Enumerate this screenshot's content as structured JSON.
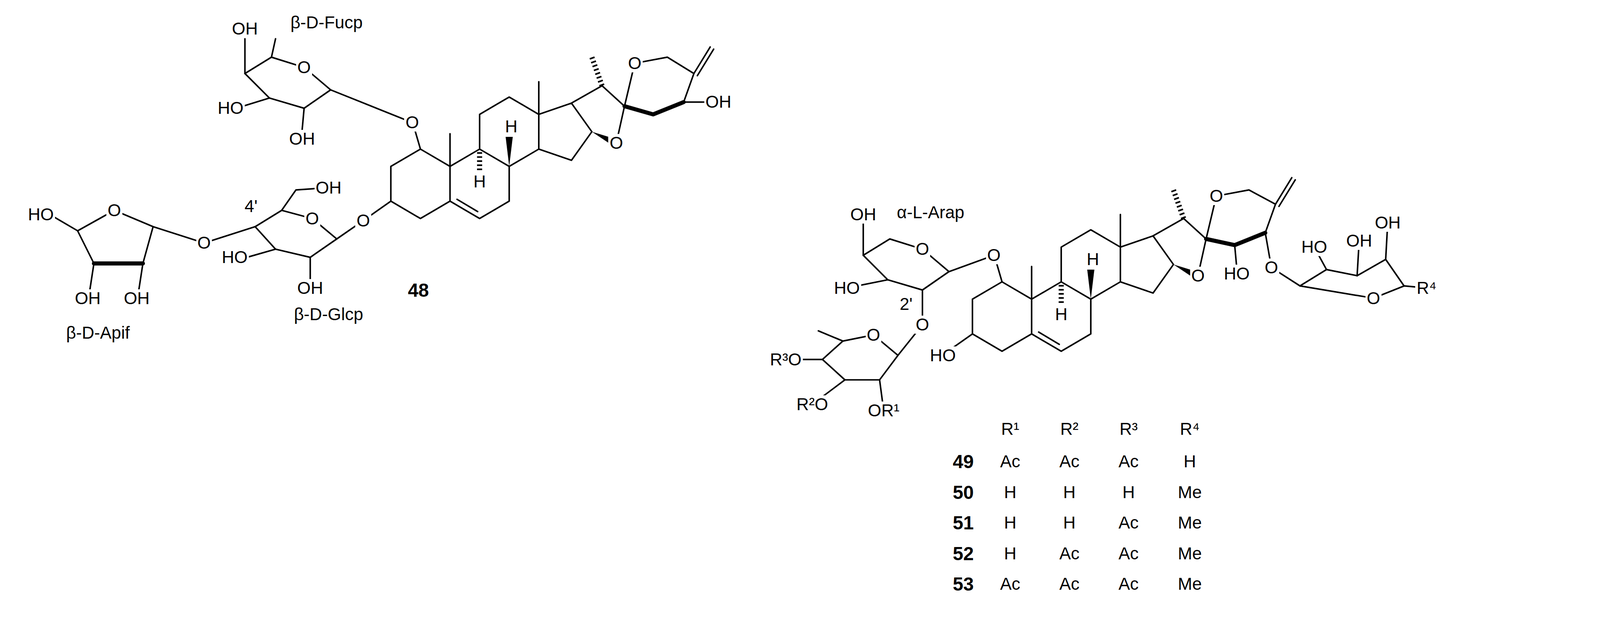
{
  "diagram": {
    "labels": [
      "OH",
      "β-D-Fucp",
      "O",
      "HO",
      "OH",
      "O",
      "H",
      "H",
      "O",
      "OH",
      "O",
      "4'",
      "OH",
      "O",
      "O",
      "O",
      "HO",
      "OH",
      "β-D-Glcp",
      "48",
      "O",
      "HO",
      "OH",
      "OH",
      "β-D-Apif",
      "OH",
      "α-L-Arap",
      "O",
      "HO",
      "O",
      "2'",
      "O",
      "H",
      "H",
      "O",
      "HO",
      "O",
      "O",
      "HO",
      "OH",
      "OH",
      "O",
      "R⁴",
      "HO",
      "O",
      "R³O",
      "R²O",
      "OR¹",
      "R¹",
      "R²",
      "R³",
      "R⁴",
      "49",
      "Ac",
      "Ac",
      "Ac",
      "H",
      "50",
      "H",
      "H",
      "H",
      "Me",
      "51",
      "H",
      "H",
      "Ac",
      "Me",
      "52",
      "H",
      "Ac",
      "Ac",
      "Me",
      "53",
      "Ac",
      "Ac",
      "Ac",
      "Me"
    ]
  }
}
